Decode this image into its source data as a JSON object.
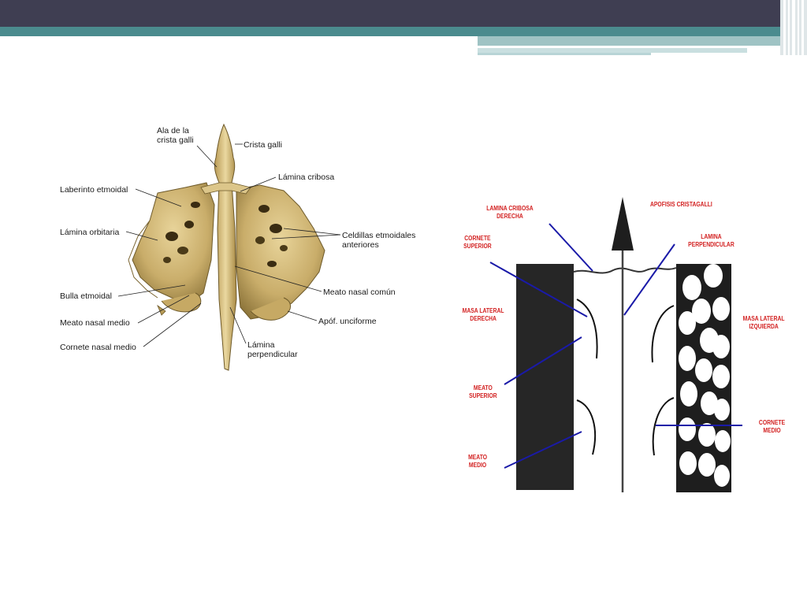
{
  "left_figure": {
    "labels": {
      "ala_crista": [
        "Ala de la",
        "crista galli"
      ],
      "crista_galli": "Crista galli",
      "lamina_cribosa": "Lámina cribosa",
      "laberinto": "Laberinto etmoidal",
      "lamina_orbitaria": "Lámina orbitaria",
      "celdillas": [
        "Celdillas etmoidales",
        "anteriores"
      ],
      "meato_comun": "Meato nasal común",
      "bulla": "Bulla etmoidal",
      "meato_medio": "Meato nasal medio",
      "unciforme": "Apóf. unciforme",
      "cornete_medio": "Cornete nasal medio",
      "lamina_perp": [
        "Lámina",
        "perpendicular"
      ]
    }
  },
  "right_figure": {
    "labels": {
      "lamina_cribosa": [
        "LAMINA CRIBOSA",
        "DERECHA"
      ],
      "apofisis": "APOFISIS CRISTAGALLI",
      "cornete_superior": [
        "CORNETE",
        "SUPERIOR"
      ],
      "lamina_perp": [
        "LAMINA",
        "PERPENDICULAR"
      ],
      "masa_derecha": [
        "MASA LATERAL",
        "DERECHA"
      ],
      "masa_izquierda": [
        "MASA LATERAL",
        "IZQUIERDA"
      ],
      "meato_superior": [
        "MEATO",
        "SUPERIOR"
      ],
      "cornete_medio": [
        "CORNETE",
        "MEDIO"
      ],
      "meato_medio": [
        "MEATO",
        "MEDIO"
      ]
    },
    "colors": {
      "label": "#d21f1f",
      "pointer": "#1a1aa8",
      "mass_dark": "#262626"
    }
  }
}
